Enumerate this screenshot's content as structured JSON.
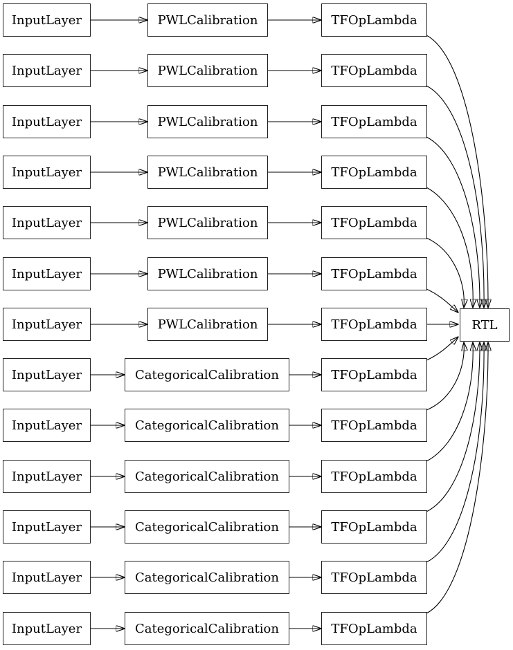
{
  "diagram": {
    "background_color": "#ffffff",
    "node_border_color": "#222222",
    "node_fill_color": "#ffffff",
    "edge_color": "#000000",
    "text_color": "#000000",
    "output_label": "RTL",
    "rows": [
      {
        "input": "InputLayer",
        "calibration": "PWLCalibration",
        "lambda": "TFOpLambda",
        "type": "pwl"
      },
      {
        "input": "InputLayer",
        "calibration": "PWLCalibration",
        "lambda": "TFOpLambda",
        "type": "pwl"
      },
      {
        "input": "InputLayer",
        "calibration": "PWLCalibration",
        "lambda": "TFOpLambda",
        "type": "pwl"
      },
      {
        "input": "InputLayer",
        "calibration": "PWLCalibration",
        "lambda": "TFOpLambda",
        "type": "pwl"
      },
      {
        "input": "InputLayer",
        "calibration": "PWLCalibration",
        "lambda": "TFOpLambda",
        "type": "pwl"
      },
      {
        "input": "InputLayer",
        "calibration": "PWLCalibration",
        "lambda": "TFOpLambda",
        "type": "pwl"
      },
      {
        "input": "InputLayer",
        "calibration": "PWLCalibration",
        "lambda": "TFOpLambda",
        "type": "pwl"
      },
      {
        "input": "InputLayer",
        "calibration": "CategoricalCalibration",
        "lambda": "TFOpLambda",
        "type": "cat"
      },
      {
        "input": "InputLayer",
        "calibration": "CategoricalCalibration",
        "lambda": "TFOpLambda",
        "type": "cat"
      },
      {
        "input": "InputLayer",
        "calibration": "CategoricalCalibration",
        "lambda": "TFOpLambda",
        "type": "cat"
      },
      {
        "input": "InputLayer",
        "calibration": "CategoricalCalibration",
        "lambda": "TFOpLambda",
        "type": "cat"
      },
      {
        "input": "InputLayer",
        "calibration": "CategoricalCalibration",
        "lambda": "TFOpLambda",
        "type": "cat"
      },
      {
        "input": "InputLayer",
        "calibration": "CategoricalCalibration",
        "lambda": "TFOpLambda",
        "type": "cat"
      }
    ]
  }
}
